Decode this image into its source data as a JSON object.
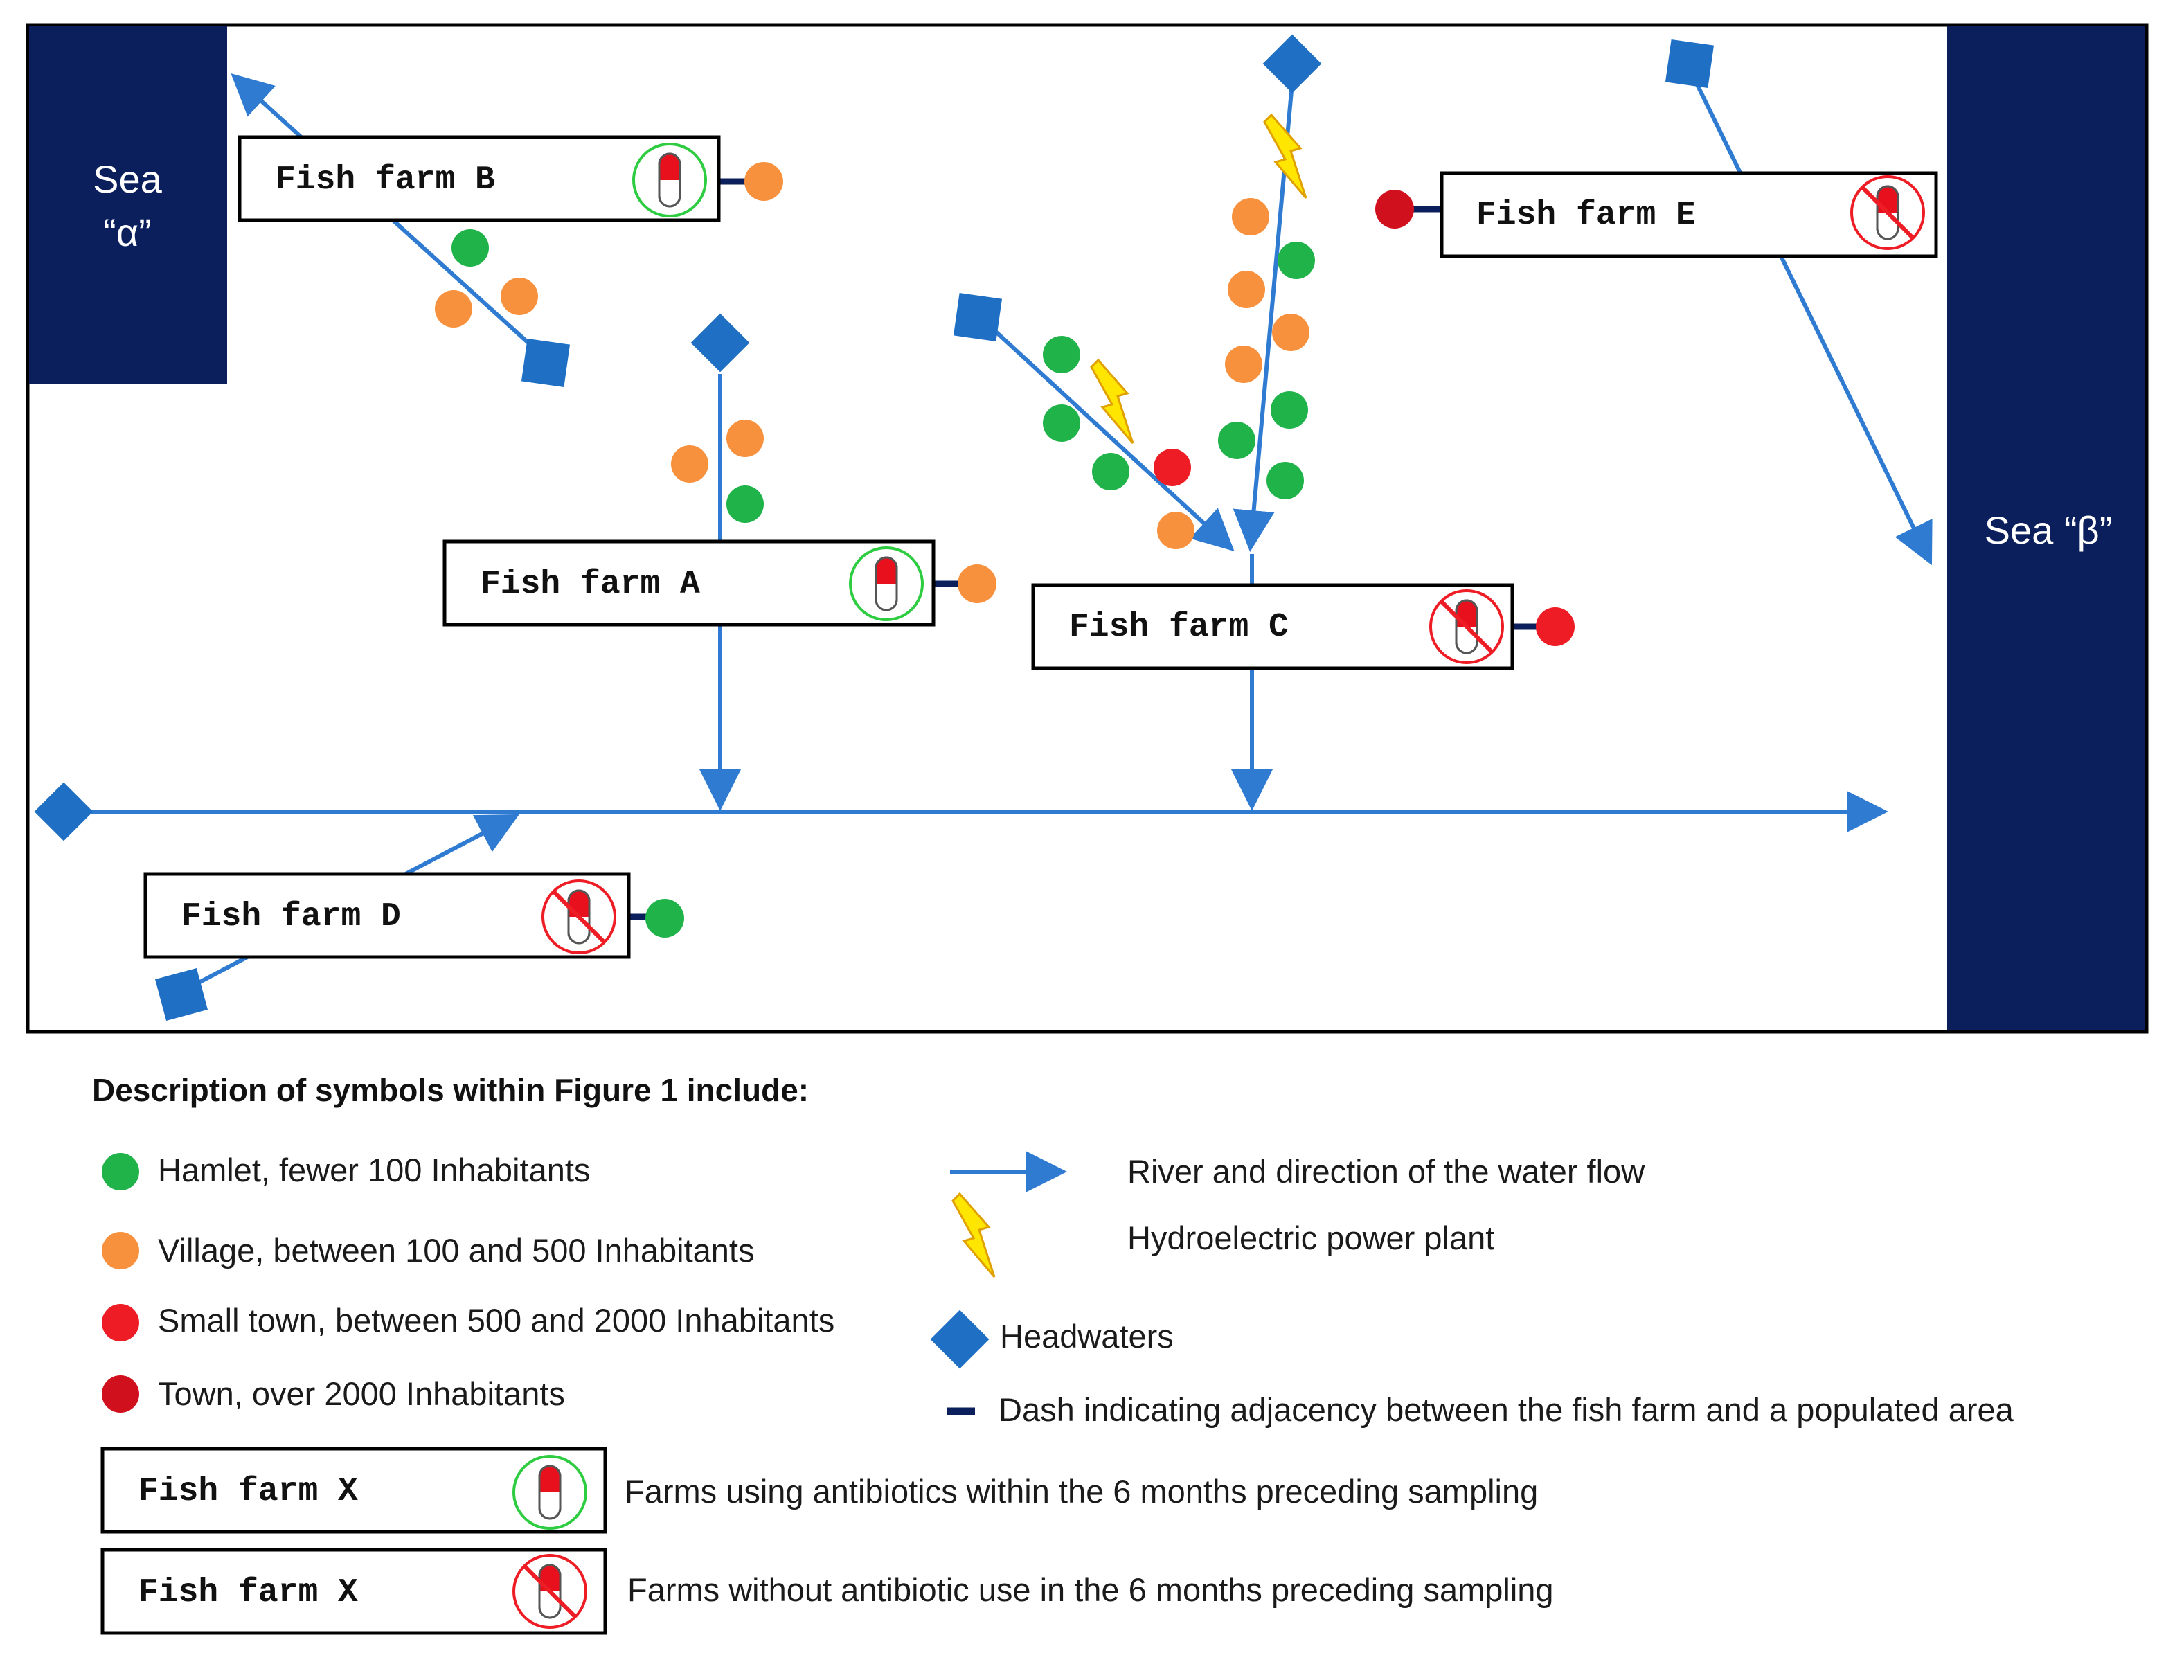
{
  "colors": {
    "sea": "#0b1f5c",
    "river": "#2f7bd1",
    "headwater": "#1f6fc4",
    "hamlet": "#1fb34a",
    "village": "#f7913d",
    "small_town": "#ee1c24",
    "town": "#d0101c",
    "dash": "#0b1f5c",
    "bolt_fill": "#ffe600",
    "bolt_stroke": "#e0a000",
    "antibiotic_ring": "#2ecc40",
    "no_antibiotic_ring": "#ee1c24"
  },
  "seas": {
    "alpha": {
      "line1": "Sea",
      "line2": "“α”"
    },
    "beta": {
      "label": "Sea “β”"
    }
  },
  "farms": [
    {
      "id": "A",
      "name": "Fish farm A",
      "antibiotics": true,
      "adjacent": "village"
    },
    {
      "id": "B",
      "name": "Fish farm B",
      "antibiotics": true,
      "adjacent": "village"
    },
    {
      "id": "C",
      "name": "Fish farm C",
      "antibiotics": false,
      "adjacent": "small_town"
    },
    {
      "id": "D",
      "name": "Fish farm D",
      "antibiotics": false,
      "adjacent": "hamlet"
    },
    {
      "id": "E",
      "name": "Fish farm E",
      "antibiotics": false,
      "adjacent": "town"
    }
  ],
  "legend": {
    "title": "Description of symbols within Figure 1 include:",
    "hamlet": "Hamlet, fewer 100 Inhabitants",
    "village": "Village, between 100 and 500 Inhabitants",
    "small_town": "Small town, between 500 and 2000 Inhabitants",
    "town": "Town, over 2000 Inhabitants",
    "river": "River and direction of the water flow",
    "hydro": "Hydroelectric power plant",
    "headwaters": "Headwaters",
    "dash": "Dash indicating adjacency between the fish farm and a populated area",
    "farm_example": "Fish farm X",
    "with_antibiotics": "Farms using antibiotics within the 6 months preceding sampling",
    "without_antibiotics": "Farms without antibiotic use in the 6 months preceding sampling"
  }
}
